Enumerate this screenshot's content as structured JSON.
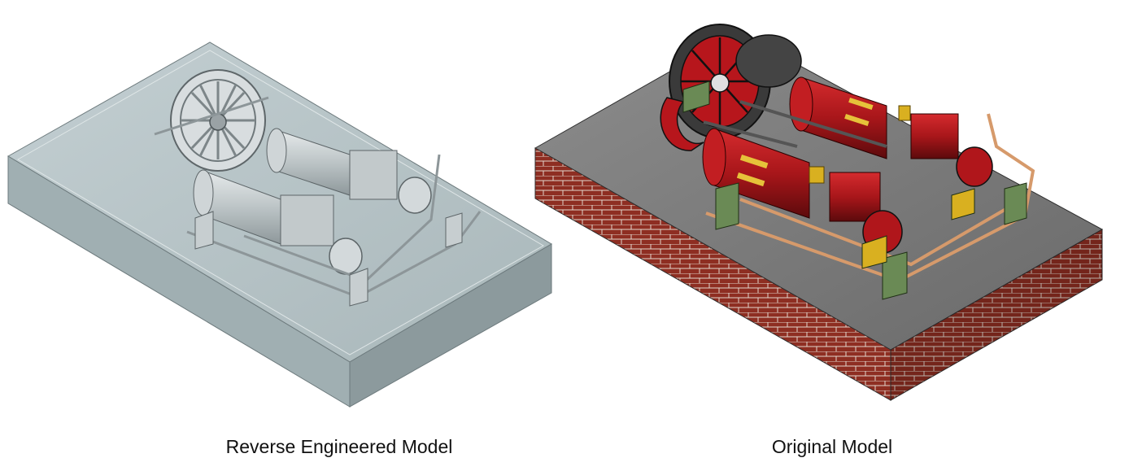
{
  "figure": {
    "left_caption": "Reverse Engineered Model",
    "right_caption": "Original Model"
  },
  "left_model": {
    "label": "reverse-engineered-engine-render",
    "base_color": "#aebcbf",
    "part_color": "#c9d0d2"
  },
  "right_model": {
    "label": "original-engine-render",
    "cylinder_color": "#b3171c",
    "base_top_color": "#7c7c7c",
    "brick_color": "#8e2e22",
    "pipe_color": "#d69a6b",
    "bracket_color": "#6a8a55",
    "brass_color": "#d9b020"
  }
}
